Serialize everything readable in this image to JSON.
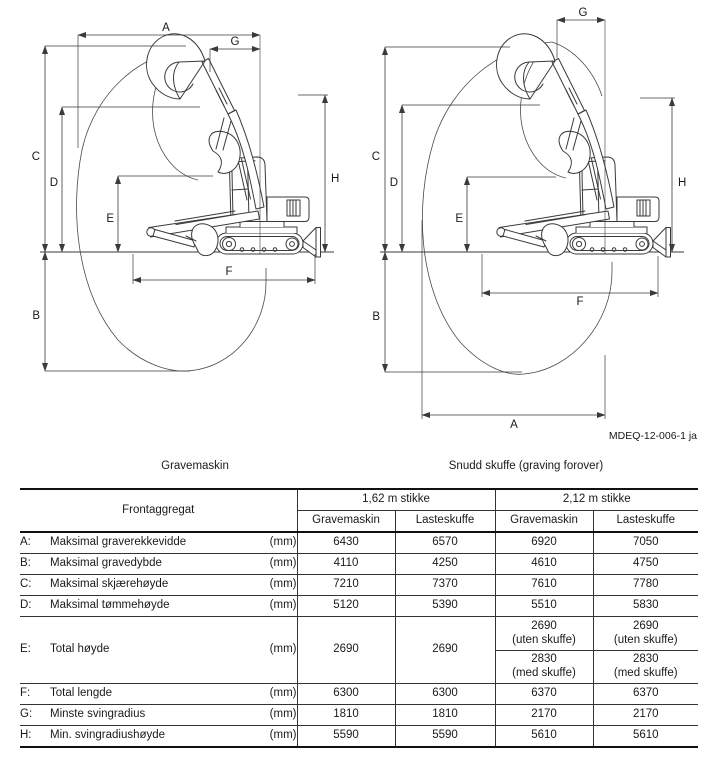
{
  "colors": {
    "background": "#ffffff",
    "line": "#3a3a3a",
    "text": "#1a1a1a",
    "border": "#111111"
  },
  "diagram": {
    "left_caption": "Gravemaskin",
    "right_caption": "Snudd skuffe (graving forover)",
    "code": "MDEQ-12-006-1 ja",
    "letters": {
      "a": "A",
      "b": "B",
      "c": "C",
      "d": "D",
      "e": "E",
      "f": "F",
      "g": "G",
      "h": "H"
    }
  },
  "table": {
    "group_label": "Frontaggregat",
    "span_headers": [
      "1,62 m stikke",
      "2,12 m stikke"
    ],
    "sub_headers": [
      "Gravemaskin",
      "Lasteskuffe",
      "Gravemaskin",
      "Lasteskuffe"
    ],
    "rows": [
      {
        "letter": "A:",
        "name": "Maksimal graverekkevidde",
        "unit": "(mm)",
        "values": [
          "6430",
          "6570",
          "6920",
          "7050"
        ]
      },
      {
        "letter": "B:",
        "name": "Maksimal gravedybde",
        "unit": "(mm)",
        "values": [
          "4110",
          "4250",
          "4610",
          "4750"
        ]
      },
      {
        "letter": "C:",
        "name": "Maksimal skjærehøyde",
        "unit": "(mm)",
        "values": [
          "7210",
          "7370",
          "7610",
          "7780"
        ]
      },
      {
        "letter": "D:",
        "name": "Maksimal tømmehøyde",
        "unit": "(mm)",
        "values": [
          "5120",
          "5390",
          "5510",
          "5830"
        ]
      },
      {
        "letter": "E:",
        "name": "Total høyde",
        "unit": "(mm)",
        "values": [
          "2690",
          "2690"
        ],
        "split": [
          {
            "value": "2690",
            "note": "(uten skuffe)",
            "value2": "2830",
            "note2": "(med skuffe)"
          },
          {
            "value": "2690",
            "note": "(uten skuffe)",
            "value2": "2830",
            "note2": "(med skuffe)"
          }
        ]
      },
      {
        "letter": "F:",
        "name": "Total lengde",
        "unit": "(mm)",
        "values": [
          "6300",
          "6300",
          "6370",
          "6370"
        ]
      },
      {
        "letter": "G:",
        "name": "Minste svingradius",
        "unit": "(mm)",
        "values": [
          "1810",
          "1810",
          "2170",
          "2170"
        ]
      },
      {
        "letter": "H:",
        "name": "Min. svingradiushøyde",
        "unit": "(mm)",
        "values": [
          "5590",
          "5590",
          "5610",
          "5610"
        ]
      }
    ]
  }
}
